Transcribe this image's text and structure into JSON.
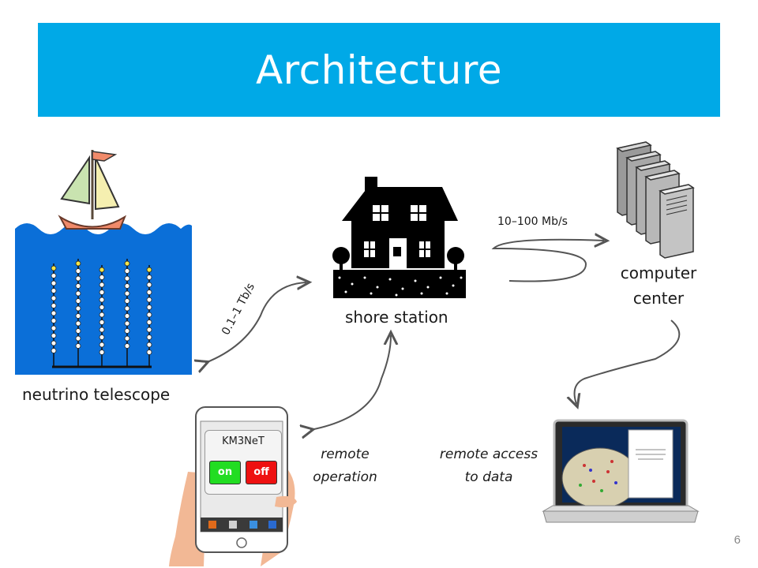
{
  "header": {
    "title": "Architecture"
  },
  "labels": {
    "telescope": "neutrino telescope",
    "shore": "shore station",
    "computer_center_line1": "computer",
    "computer_center_line2": "center",
    "rate_telescope": "0.1–1 Tb/s",
    "rate_center": "10–100 Mb/s",
    "remote_operation_line1": "remote",
    "remote_operation_line2": "operation",
    "remote_access_line1": "remote access",
    "remote_access_line2": "to data"
  },
  "phone": {
    "app_title": "KM3NeT",
    "on_label": "on",
    "off_label": "off"
  },
  "footer": {
    "slide_number": "6"
  },
  "colors": {
    "banner": "#00a9e7",
    "sea": "#0b6fd8",
    "on": "#22dd22",
    "off": "#ee1111"
  }
}
